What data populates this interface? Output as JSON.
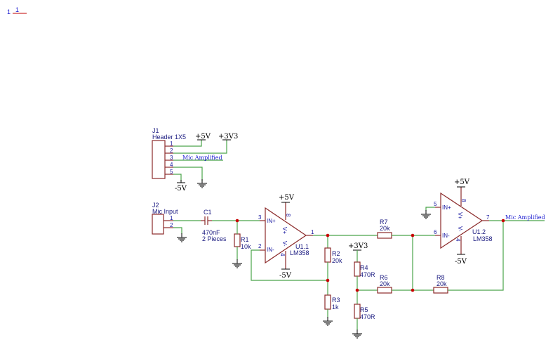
{
  "sheet": {
    "number": "1",
    "label": "1"
  },
  "connectors": {
    "j1": {
      "ref": "J1",
      "value": "Header 1X5",
      "pins": [
        "1",
        "2",
        "3",
        "4",
        "5"
      ]
    },
    "j2": {
      "ref": "J2",
      "value": "Mic Input",
      "pins": [
        "1",
        "2"
      ]
    }
  },
  "power": {
    "p5v": "+5V",
    "p3v3": "+3V3",
    "n5v": "-5V"
  },
  "net_labels": {
    "mic_amplified": "Mic Amplified"
  },
  "opamps": {
    "u1_1": {
      "ref": "U1.1",
      "value": "LM358",
      "in_plus": "IN+",
      "in_minus": "IN-",
      "vplus": "V+",
      "vminus": "V-",
      "pin_in_plus": "3",
      "pin_in_minus": "2",
      "pin_out": "1",
      "pin_vplus": "8",
      "pin_vminus": "4"
    },
    "u1_2": {
      "ref": "U1.2",
      "value": "LM358",
      "in_plus": "IN+",
      "in_minus": "IN-",
      "vplus": "V+",
      "vminus": "V-",
      "pin_in_plus": "5",
      "pin_in_minus": "6",
      "pin_out": "7",
      "pin_vplus": "8",
      "pin_vminus": "4"
    }
  },
  "components": {
    "c1": {
      "ref": "C1",
      "value": "470nF",
      "note": "2 Pieces"
    },
    "r1": {
      "ref": "R1",
      "value": "10k"
    },
    "r2": {
      "ref": "R2",
      "value": "20k"
    },
    "r3": {
      "ref": "R3",
      "value": "1k"
    },
    "r4": {
      "ref": "R4",
      "value": "470R"
    },
    "r5": {
      "ref": "R5",
      "value": "470R"
    },
    "r6": {
      "ref": "R6",
      "value": "20k"
    },
    "r7": {
      "ref": "R7",
      "value": "20k"
    },
    "r8": {
      "ref": "R8",
      "value": "20k"
    }
  },
  "colors": {
    "wire": "#4aa54a",
    "component": "#8b2a2a",
    "junction": "#c80000",
    "text": "#1a1a80"
  }
}
